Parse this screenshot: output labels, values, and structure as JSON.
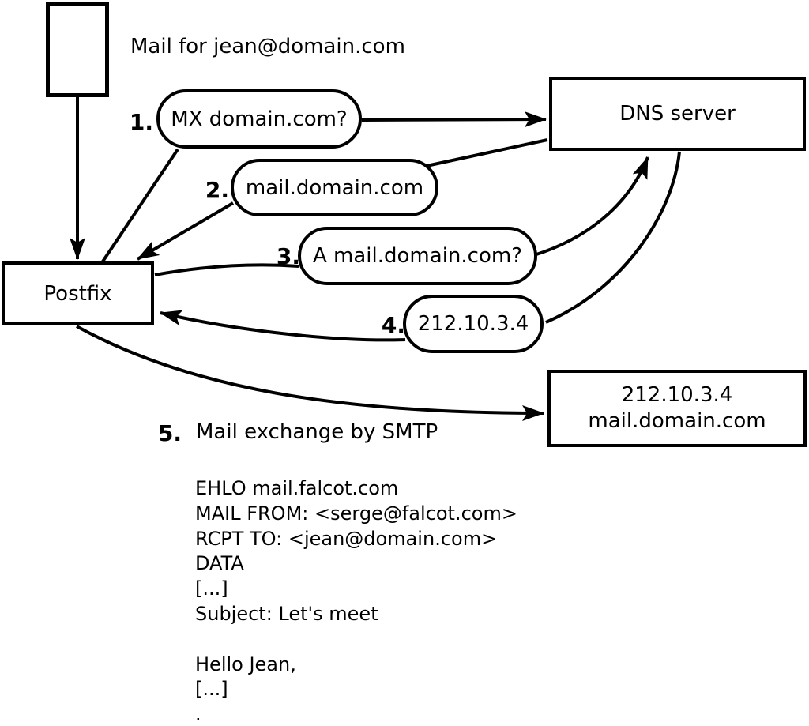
{
  "diagram": {
    "mail_label": "Mail for jean@domain.com",
    "nodes": {
      "postfix": "Postfix",
      "dns": "DNS server",
      "mailserver_line1": "212.10.3.4",
      "mailserver_line2": "mail.domain.com"
    },
    "steps": [
      {
        "num": "1.",
        "label": "MX domain.com?"
      },
      {
        "num": "2.",
        "label": "mail.domain.com"
      },
      {
        "num": "3.",
        "label": "A mail.domain.com?"
      },
      {
        "num": "4.",
        "label": "212.10.3.4"
      },
      {
        "num": "5.",
        "label": "Mail exchange by SMTP"
      }
    ],
    "smtp_session": "EHLO mail.falcot.com\nMAIL FROM: <serge@falcot.com>\nRCPT TO: <jean@domain.com>\nDATA\n[...]\nSubject: Let's meet\n\nHello Jean,\n[...]\n."
  }
}
